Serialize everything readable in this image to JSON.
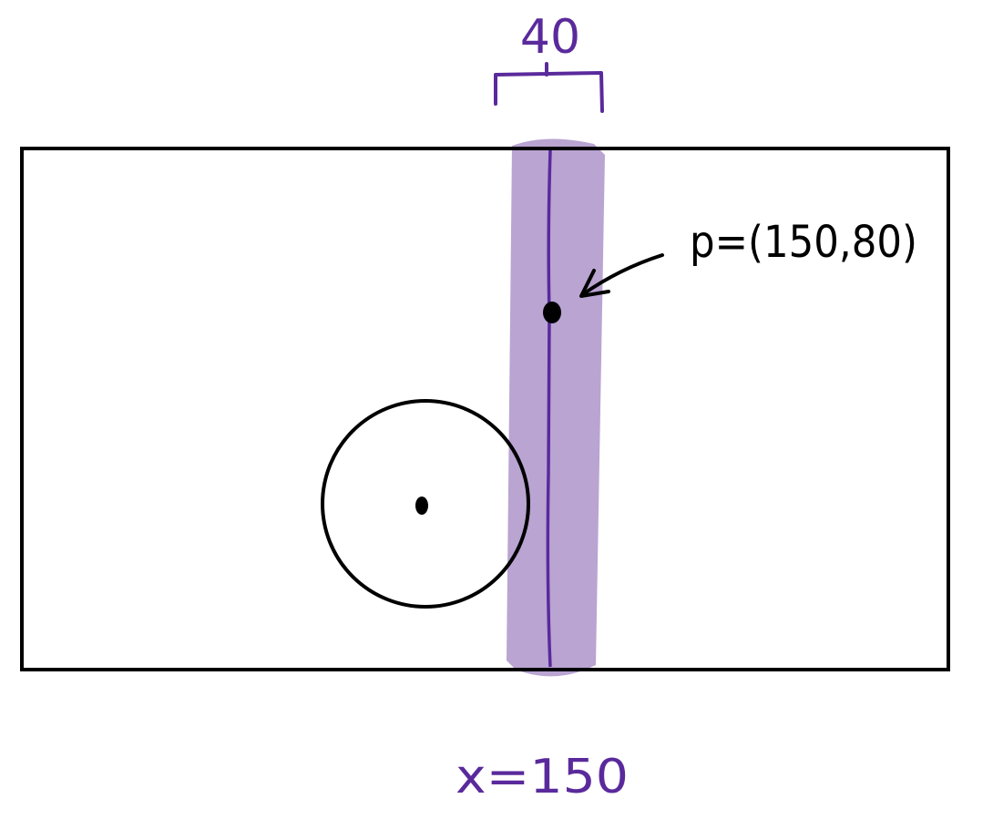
{
  "labels": {
    "width": "40",
    "point": "p=(150,80)",
    "line": "x=150"
  },
  "colors": {
    "outline": "#000000",
    "accent": "#5a2a9c",
    "highlight": "#b9a4d2",
    "background": "#ffffff"
  }
}
